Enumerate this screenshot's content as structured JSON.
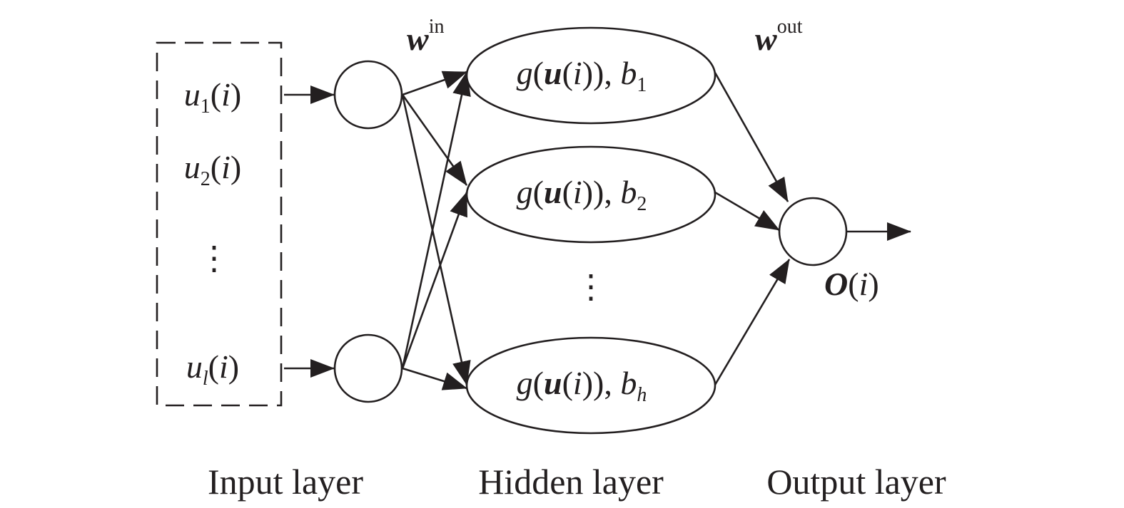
{
  "input_items": [
    {
      "var": "u",
      "sub": "1",
      "arg": "i"
    },
    {
      "var": "u",
      "sub": "2",
      "arg": "i"
    },
    {
      "var": "u",
      "sub": "l",
      "arg": "i"
    }
  ],
  "ellipsis_symbol": "⋮",
  "weights": {
    "in": {
      "symbol": "w",
      "sup": "in"
    },
    "out": {
      "symbol": "w",
      "sup": "out"
    }
  },
  "hidden_nodes": [
    {
      "func": "g",
      "arg": "u",
      "inner": "i",
      "bias": "b",
      "bias_sub": "1"
    },
    {
      "func": "g",
      "arg": "u",
      "inner": "i",
      "bias": "b",
      "bias_sub": "2"
    },
    {
      "func": "g",
      "arg": "u",
      "inner": "i",
      "bias": "b",
      "bias_sub": "h"
    }
  ],
  "output": {
    "symbol": "O",
    "arg": "i"
  },
  "layer_labels": {
    "input": "Input layer",
    "hidden": "Hidden layer",
    "output": "Output layer"
  }
}
